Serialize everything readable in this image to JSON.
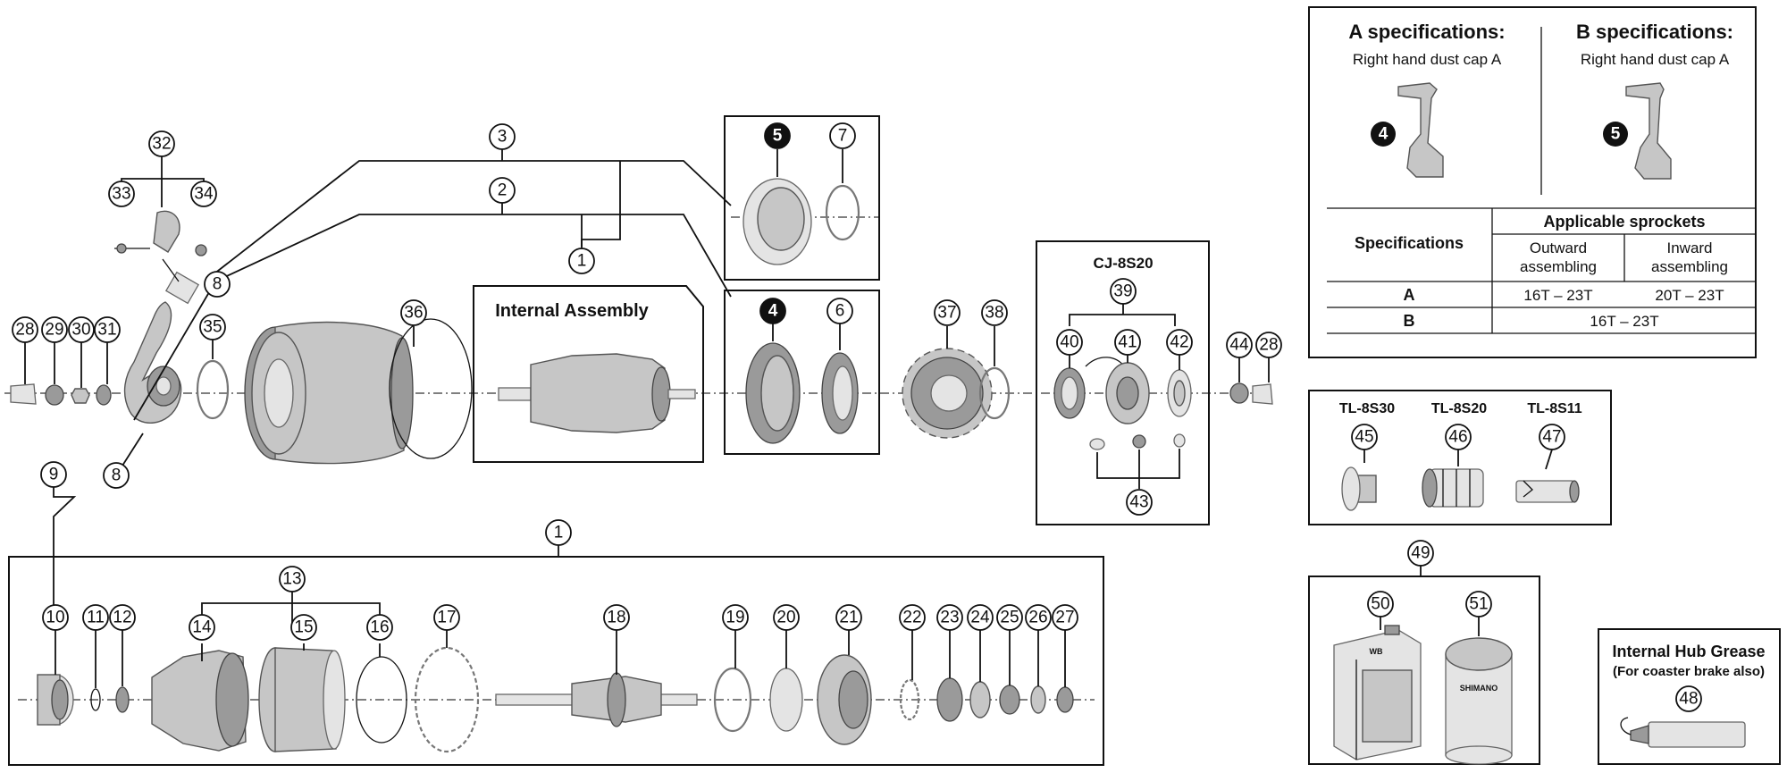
{
  "labels": {
    "internal_assembly": "Internal Assembly",
    "cj": "CJ-8S20",
    "tl30": "TL-8S30",
    "tl20": "TL-8S20",
    "tl11": "TL-8S11",
    "grease_title": "Internal Hub Grease",
    "grease_sub": "(For coaster brake also)",
    "can_brand": "WB",
    "jar_brand": "SHIMANO"
  },
  "spec_panel": {
    "a_title": "A specifications:",
    "a_sub": "Right hand dust cap A",
    "b_title": "B specifications:",
    "b_sub": "Right hand dust cap A",
    "a_part": "4",
    "b_part": "5",
    "table": {
      "col_spec": "Specifications",
      "col_app": "Applicable sprockets",
      "col_out_1": "Outward",
      "col_out_2": "assembling",
      "col_in_1": "Inward",
      "col_in_2": "assembling",
      "row_a": "A",
      "row_a_out": "16T – 23T",
      "row_a_in": "20T – 23T",
      "row_b": "B",
      "row_b_val": "16T – 23T"
    }
  },
  "callouts": [
    {
      "id": "c1",
      "num": "1"
    },
    {
      "id": "c2",
      "num": "2"
    },
    {
      "id": "c3",
      "num": "3"
    },
    {
      "id": "c5",
      "num": "5",
      "inverted": true
    },
    {
      "id": "c7",
      "num": "7"
    },
    {
      "id": "c4",
      "num": "4",
      "inverted": true
    },
    {
      "id": "c6",
      "num": "6"
    },
    {
      "id": "c32",
      "num": "32"
    },
    {
      "id": "c33",
      "num": "33"
    },
    {
      "id": "c34",
      "num": "34"
    },
    {
      "id": "c8a",
      "num": "8"
    },
    {
      "id": "c8b",
      "num": "8"
    },
    {
      "id": "c9",
      "num": "9"
    },
    {
      "id": "c28a",
      "num": "28"
    },
    {
      "id": "c29",
      "num": "29"
    },
    {
      "id": "c30",
      "num": "30"
    },
    {
      "id": "c31",
      "num": "31"
    },
    {
      "id": "c35",
      "num": "35"
    },
    {
      "id": "c36",
      "num": "36"
    },
    {
      "id": "c37",
      "num": "37"
    },
    {
      "id": "c38",
      "num": "38"
    },
    {
      "id": "c39",
      "num": "39"
    },
    {
      "id": "c40",
      "num": "40"
    },
    {
      "id": "c41",
      "num": "41"
    },
    {
      "id": "c42",
      "num": "42"
    },
    {
      "id": "c43",
      "num": "43"
    },
    {
      "id": "c44",
      "num": "44"
    },
    {
      "id": "c28b",
      "num": "28"
    },
    {
      "id": "c45",
      "num": "45"
    },
    {
      "id": "c46",
      "num": "46"
    },
    {
      "id": "c47",
      "num": "47"
    },
    {
      "id": "c49",
      "num": "49"
    },
    {
      "id": "c50",
      "num": "50"
    },
    {
      "id": "c51",
      "num": "51"
    },
    {
      "id": "c48",
      "num": "48"
    },
    {
      "id": "c1b",
      "num": "1"
    },
    {
      "id": "c10",
      "num": "10"
    },
    {
      "id": "c11",
      "num": "11"
    },
    {
      "id": "c12",
      "num": "12"
    },
    {
      "id": "c13",
      "num": "13"
    },
    {
      "id": "c14",
      "num": "14"
    },
    {
      "id": "c15",
      "num": "15"
    },
    {
      "id": "c16",
      "num": "16"
    },
    {
      "id": "c17",
      "num": "17"
    },
    {
      "id": "c18",
      "num": "18"
    },
    {
      "id": "c19",
      "num": "19"
    },
    {
      "id": "c20",
      "num": "20"
    },
    {
      "id": "c21",
      "num": "21"
    },
    {
      "id": "c22",
      "num": "22"
    },
    {
      "id": "c23",
      "num": "23"
    },
    {
      "id": "c24",
      "num": "24"
    },
    {
      "id": "c25",
      "num": "25"
    },
    {
      "id": "c26",
      "num": "26"
    },
    {
      "id": "c27",
      "num": "27"
    }
  ]
}
